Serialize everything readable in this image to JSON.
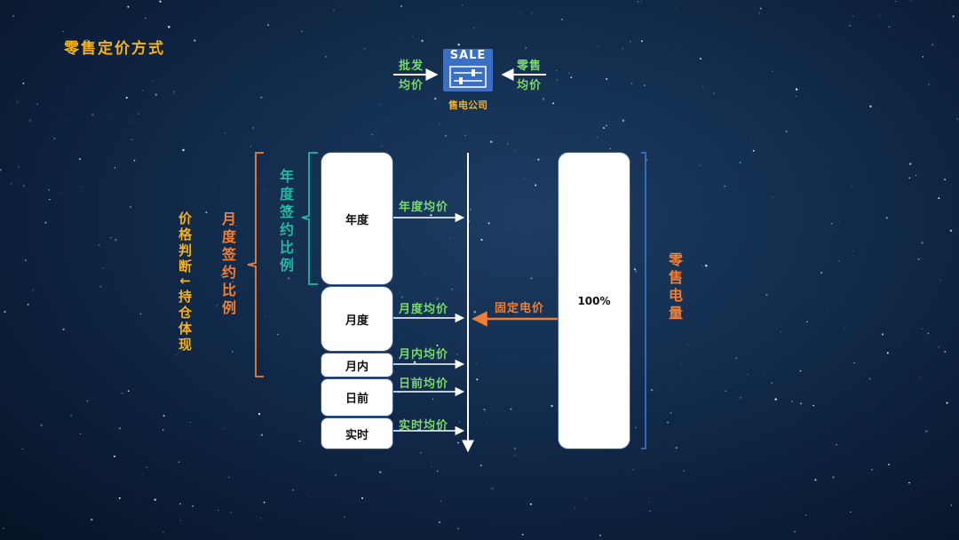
{
  "title": "零售定价方式",
  "top": {
    "left_label": [
      "批发",
      "均价"
    ],
    "right_label": [
      "零售",
      "均价"
    ],
    "sale_icon_text": "SALE",
    "company": "售电公司"
  },
  "left_brace_labels": {
    "price_judgement": "价格判断↓持仓体现",
    "monthly_ratio": "月度签约比例",
    "annual_ratio": "年度签约比例"
  },
  "stack_boxes": {
    "annual": "年度",
    "monthly": "月度",
    "intra_month": "月内",
    "day_ahead": "日前",
    "realtime": "实时"
  },
  "flow_labels": {
    "annual_avg": "年度均价",
    "monthly_avg": "月度均价",
    "intra_month_avg": "月内均价",
    "day_ahead_avg": "日前均价",
    "realtime_avg": "实时均价",
    "fixed_price": "固定电价"
  },
  "right_box": {
    "value": "100%"
  },
  "right_label": "零售电量",
  "colors": {
    "title": "#f5b21c",
    "green": "#78d96b",
    "orange": "#f07f34",
    "teal": "#25b8a0",
    "icon_blue": "#3a6fc4"
  }
}
